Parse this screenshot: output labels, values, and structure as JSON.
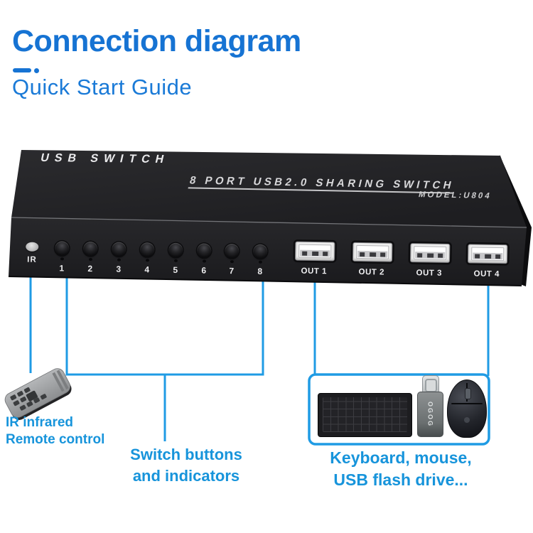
{
  "header": {
    "title": "Connection diagram",
    "subtitle": "Quick Start Guide",
    "title_color": "#1673d3",
    "subtitle_color": "#1a7ad7"
  },
  "device": {
    "top_label": "USB SWITCH",
    "front_top_line": "8 PORT USB2.0 SHARING SWITCH",
    "model": "MODEL:U804",
    "ir_label": "IR",
    "button_labels": [
      "1",
      "2",
      "3",
      "4",
      "5",
      "6",
      "7",
      "8"
    ],
    "port_labels": [
      "OUT 1",
      "OUT 2",
      "OUT 3",
      "OUT 4"
    ],
    "body_color": "#232326",
    "panel_text_color": "#ededef"
  },
  "annotations": {
    "line_color": "#1f9be4",
    "label_color": "#1794db",
    "remote": {
      "lines": [
        "IR infrared",
        "Remote control"
      ]
    },
    "switch_buttons": {
      "lines": [
        "Switch buttons",
        "and indicators"
      ]
    },
    "peripherals": {
      "lines": [
        "Keyboard, mouse,",
        "USB flash drive..."
      ]
    }
  },
  "peripherals_art": {
    "flash_drive_marking": "OGOG"
  }
}
